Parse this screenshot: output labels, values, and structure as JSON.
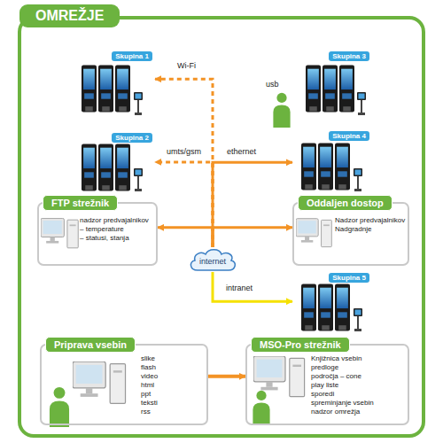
{
  "diagram": {
    "title": "OMREŽJE",
    "nodes": [
      {
        "text": [
          "Skupina 1"
        ]
      },
      {
        "text": [
          "Skupina 3"
        ]
      },
      {
        "text": [
          "Skupina 2"
        ]
      },
      {
        "text": [
          "Skupina 4"
        ]
      },
      {
        "text": [
          "FTP strežnik",
          "nadzor predvajalnikov",
          "– temperature",
          "– statusi, stanja"
        ]
      },
      {
        "text": [
          "Oddaljen dostop",
          "Nadzor predvajalnikov",
          "Nadgradnje"
        ]
      },
      {
        "text": [
          "internet"
        ]
      },
      {
        "text": [
          "Skupina 5"
        ]
      },
      {
        "text": [
          "Priprava vsebin",
          "slike",
          "flash",
          "video",
          "html",
          "ppt",
          "teksti",
          "rss"
        ]
      },
      {
        "text": [
          "MSO-Pro strežnik",
          "Knjižnica vsebin",
          "predloge",
          "področja – cone",
          "play liste",
          "sporedi",
          "spreminjanje vsebin",
          "nadzor omrežja"
        ]
      }
    ],
    "edges": [
      {
        "from": 6,
        "to": 0,
        "label": "Wi-Fi",
        "arrow": "to"
      },
      {
        "from": 6,
        "to": 2,
        "label": "umts/gsm",
        "arrow": "to"
      },
      {
        "from": 6,
        "to": 3,
        "label": "ethernet",
        "arrow": "to"
      },
      {
        "from": 6,
        "to": 4,
        "arrow": "to"
      },
      {
        "from": 6,
        "to": 5,
        "arrow": "to"
      },
      {
        "from": 6,
        "to": 7,
        "label": "intranet",
        "arrow": "to"
      },
      {
        "from": 8,
        "to": 9,
        "arrow": "to"
      }
    ],
    "labels": [
      "usb"
    ]
  }
}
